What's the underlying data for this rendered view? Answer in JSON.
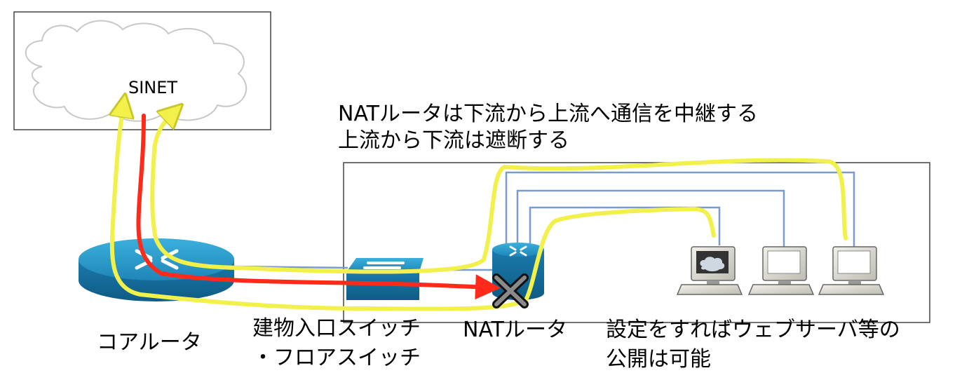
{
  "cloud": {
    "label": "SINET"
  },
  "notes": {
    "line1": "NATルータは下流から上流へ通信を中継する",
    "line2": "上流から下流は遮断する"
  },
  "labels": {
    "core_router": "コアルータ",
    "building_switch_line1": "建物入口スイッチ",
    "building_switch_line2": "・フロアスイッチ",
    "nat_router": "NATルータ",
    "web_server_line1": "設定をすればウェブサーバ等の",
    "web_server_line2": "公開は可能"
  },
  "colors": {
    "upstream_path": "#f2f04a",
    "blocked_path": "#ff2a1a",
    "lan_link": "#7b9cc8",
    "device_blue": "#1f8fc2",
    "box_border": "#444444"
  },
  "icons": {
    "blocked_marker": "x-mark-icon",
    "cloud": "cloud-icon",
    "computer": "computer-icon"
  }
}
